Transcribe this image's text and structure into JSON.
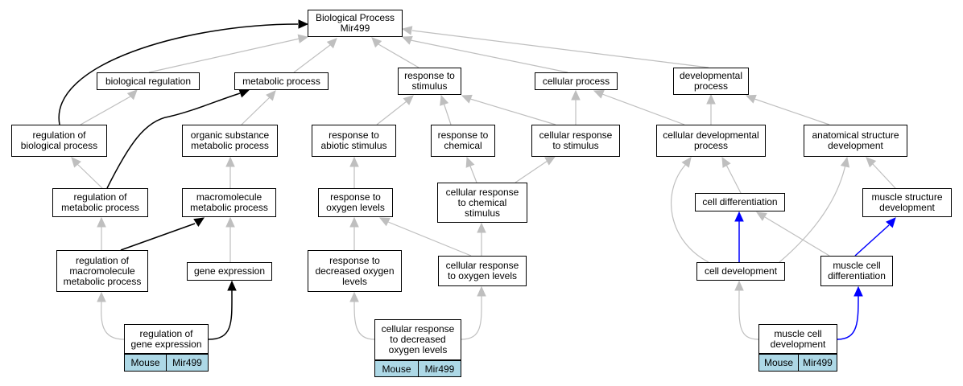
{
  "nodes": {
    "bp": "Biological Process\nMir499",
    "bio_reg": "biological regulation",
    "met_proc": "metabolic process",
    "resp_stim": "response to\nstimulus",
    "cell_proc": "cellular process",
    "dev_proc": "developmental\nprocess",
    "reg_bio": "regulation of\nbiological process",
    "org_sub": "organic substance\nmetabolic process",
    "resp_abiotic": "response to\nabiotic stimulus",
    "resp_chem": "response to\nchemical",
    "cell_resp_stim": "cellular response\nto stimulus",
    "cell_dev_proc": "cellular developmental\nprocess",
    "anat_struct": "anatomical structure\ndevelopment",
    "reg_met": "regulation of\nmetabolic process",
    "macro_met": "macromolecule\nmetabolic process",
    "resp_oxy": "response to\noxygen levels",
    "cell_resp_chem": "cellular response\nto chemical\nstimulus",
    "cell_diff": "cell differentiation",
    "muscle_struct": "muscle structure\ndevelopment",
    "reg_macro": "regulation of\nmacromolecule\nmetabolic process",
    "gene_expr": "gene expression",
    "resp_dec_oxy": "response to\ndecreased oxygen\nlevels",
    "cell_resp_oxy": "cellular response\nto oxygen levels",
    "cell_dev": "cell development",
    "muscle_cell_diff": "muscle cell\ndifferentiation",
    "reg_gene_expr": "regulation of\ngene expression",
    "cell_resp_dec_oxy": "cellular response\nto decreased\noxygen levels",
    "muscle_cell_dev": "muscle cell\ndevelopment"
  },
  "tags": {
    "species": "Mouse",
    "gene": "Mir499"
  },
  "colors": {
    "edge_default": "#bfbfbf",
    "edge_black": "#000000",
    "edge_blue": "#0000ff",
    "tag_bg": "#add8e6"
  }
}
